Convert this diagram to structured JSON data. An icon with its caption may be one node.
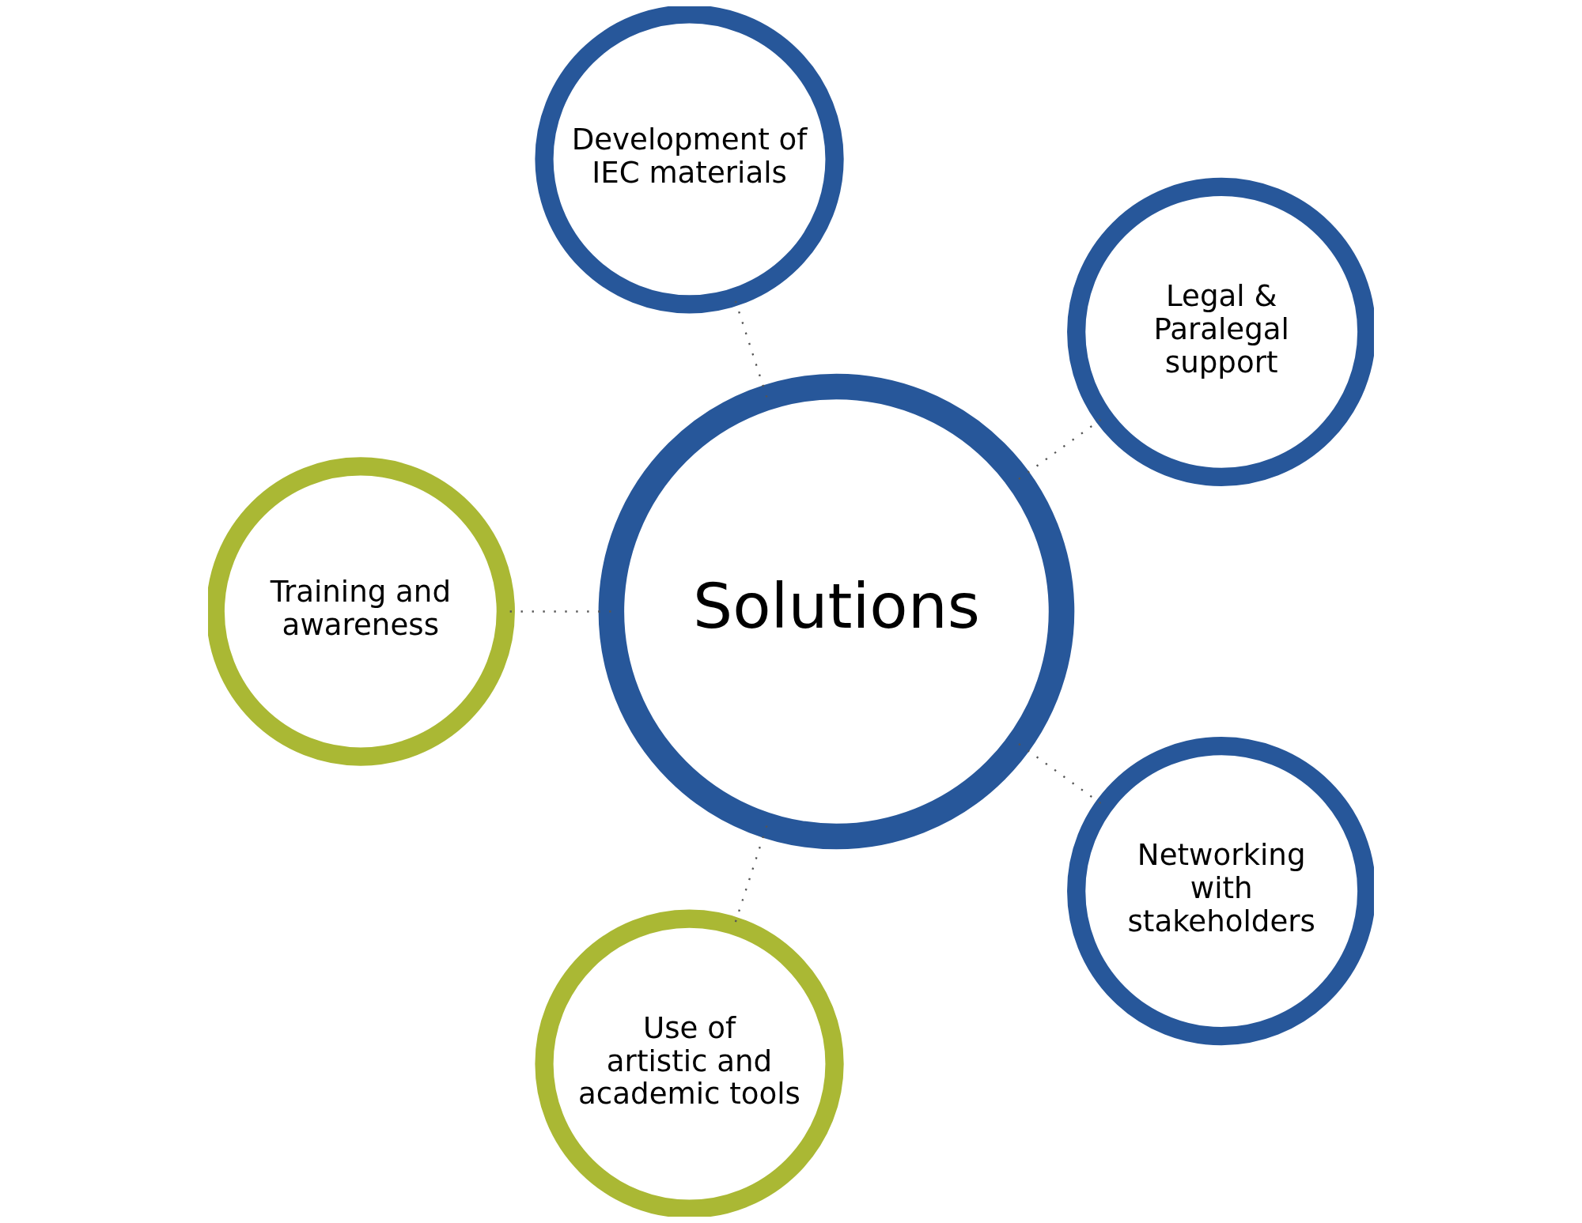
{
  "diagram": {
    "nodes": [
      {
        "text": [
          "Solutions"
        ]
      },
      {
        "text": [
          "Legal & Paralegal support"
        ]
      },
      {
        "text": [
          "Development of IEC materials"
        ]
      },
      {
        "text": [
          "Training and awareness"
        ]
      },
      {
        "text": [
          "Use of artistic and academic tools"
        ]
      },
      {
        "text": [
          "Networking with stakeholders"
        ]
      }
    ],
    "edges": [
      {
        "from": 0,
        "to": 1,
        "arrow": "none"
      },
      {
        "from": 0,
        "to": 2,
        "arrow": "none"
      },
      {
        "from": 0,
        "to": 3,
        "arrow": "none"
      },
      {
        "from": 0,
        "to": 4,
        "arrow": "none"
      },
      {
        "from": 0,
        "to": 5,
        "arrow": "none"
      }
    ]
  }
}
